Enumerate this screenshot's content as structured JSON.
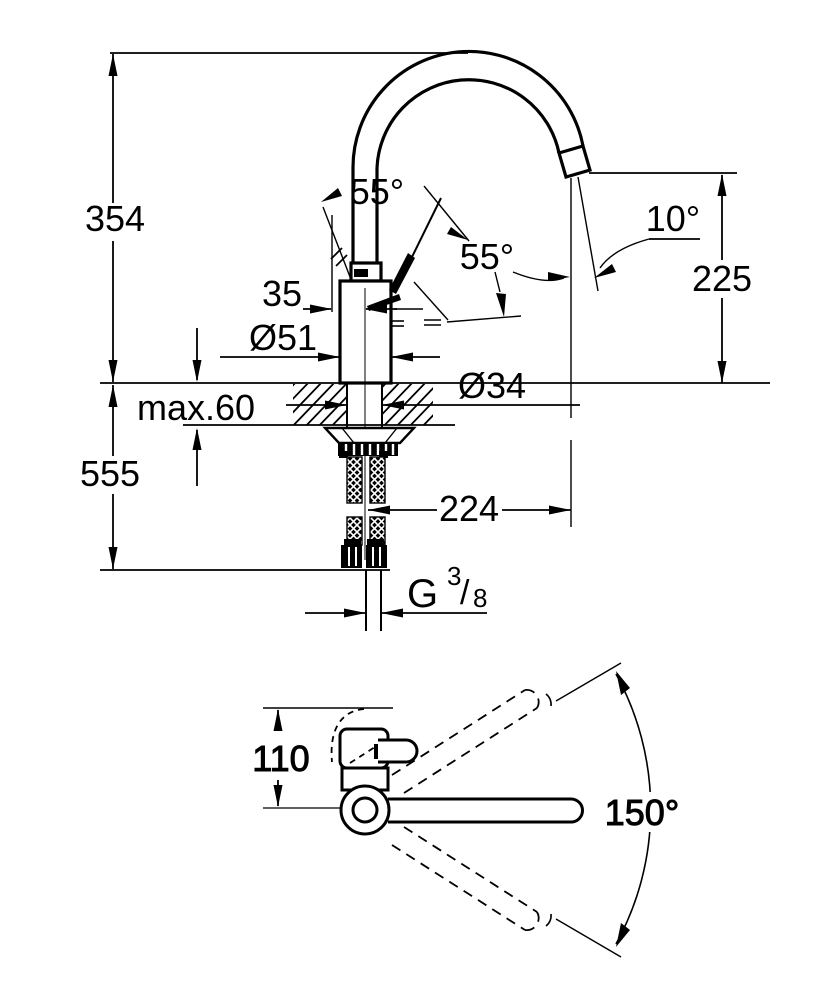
{
  "drawing": {
    "kind": "faucet-installation-dimension-drawing",
    "labels": {
      "total_height": "354",
      "below_deck_height": "555",
      "spout_clearance": "225",
      "spout_reach": "224",
      "handle_offset": "35",
      "body_diameter": "Ø51",
      "hole_diameter": "Ø34",
      "deck_thickness": "max.60",
      "handle_tilt_top": "55°",
      "handle_tilt_front": "55°",
      "stream_angle": "10°",
      "swivel_range": "150°",
      "plan_depth": "110",
      "thread_prefix": "G",
      "thread_numerator": "3",
      "thread_slash": "/",
      "thread_denominator": "8"
    },
    "colors": {
      "line": "#000000",
      "background": "#ffffff"
    }
  }
}
